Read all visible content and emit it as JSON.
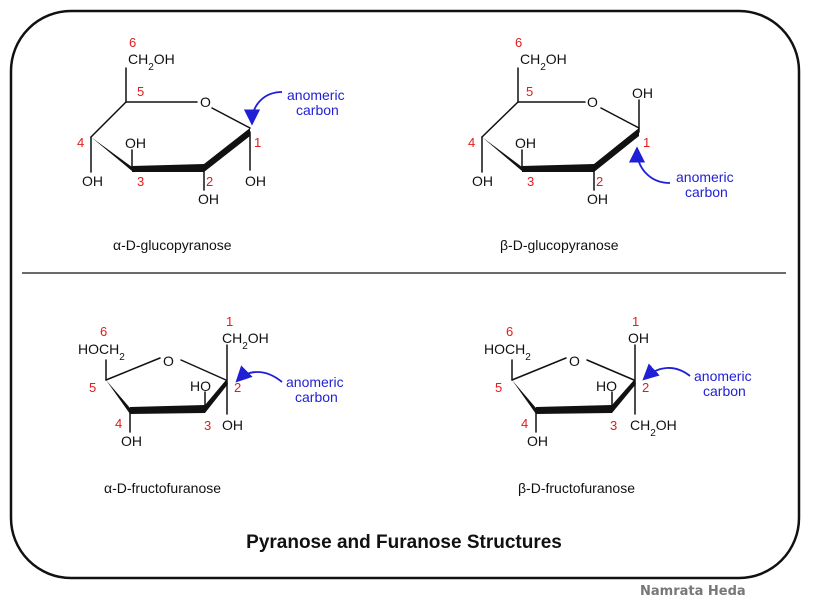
{
  "title": "Pyranose and Furanose Structures",
  "watermark": "Namrata Heda",
  "colors": {
    "frame": "#111111",
    "atom_number": "#e31b1b",
    "annotation": "#1f1fd6",
    "divider": "#111111",
    "watermark": "#777777"
  },
  "structures": [
    {
      "name": "α-D-glucopyranose",
      "ring_oxygen": "O",
      "substituents": [
        "CH2OH",
        "OH",
        "OH",
        "OH",
        "OH"
      ],
      "atom_numbers": [
        "1",
        "2",
        "3",
        "4",
        "5",
        "6"
      ],
      "annotation": [
        "anomeric",
        "carbon"
      ]
    },
    {
      "name": "β-D-glucopyranose",
      "ring_oxygen": "O",
      "substituents": [
        "CH2OH",
        "OH",
        "OH",
        "OH",
        "OH"
      ],
      "atom_numbers": [
        "1",
        "2",
        "3",
        "4",
        "5",
        "6"
      ],
      "annotation": [
        "anomeric",
        "carbon"
      ]
    },
    {
      "name": "α-D-fructofuranose",
      "ring_oxygen": "O",
      "substituents": [
        "HOCH2",
        "CH2OH",
        "HO",
        "OH",
        "OH"
      ],
      "atom_numbers": [
        "1",
        "2",
        "3",
        "4",
        "5",
        "6"
      ],
      "annotation": [
        "anomeric",
        "carbon"
      ]
    },
    {
      "name": "β-D-fructofuranose",
      "ring_oxygen": "O",
      "substituents": [
        "HOCH2",
        "OH",
        "HO",
        "CH2OH",
        "OH"
      ],
      "atom_numbers": [
        "1",
        "2",
        "3",
        "4",
        "5",
        "6"
      ],
      "annotation": [
        "anomeric",
        "carbon"
      ]
    }
  ]
}
